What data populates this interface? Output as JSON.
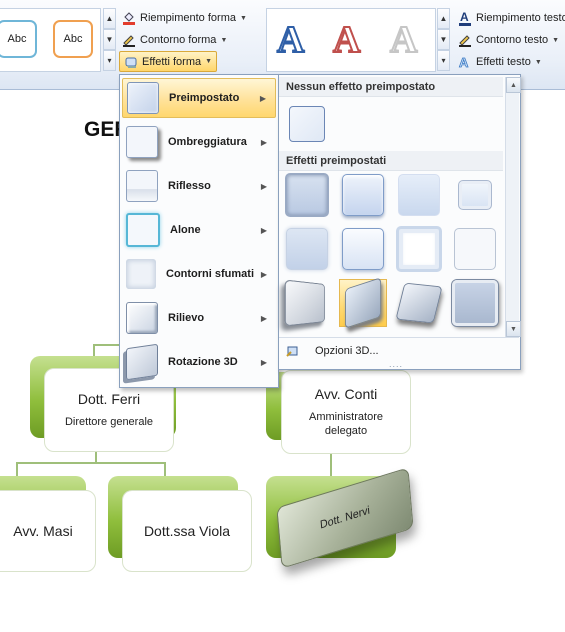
{
  "ribbon": {
    "shape_styles": [
      "Abc",
      "Abc"
    ],
    "shape_buttons": {
      "fill": "Riempimento forma",
      "outline": "Contorno forma",
      "effects": "Effetti forma"
    },
    "wordart_letters": [
      "A",
      "A",
      "A"
    ],
    "text_buttons": {
      "fill": "Riempimento testo",
      "outline": "Contorno testo",
      "effects": "Effetti testo"
    }
  },
  "document": {
    "title": "GER",
    "boxes": {
      "ferri": {
        "name": "Dott. Ferri",
        "role": "Direttore generale"
      },
      "conti": {
        "name": "Avv. Conti",
        "role": "Amministratore delegato"
      },
      "masi": {
        "name": "Avv. Masi"
      },
      "viola": {
        "name": "Dott.ssa Viola"
      },
      "nervi": {
        "name": "Dott. Nervi"
      }
    }
  },
  "menu": {
    "items": [
      {
        "label": "Preimpostato",
        "selected": true
      },
      {
        "label": "Ombreggiatura"
      },
      {
        "label": "Riflesso"
      },
      {
        "label": "Alone"
      },
      {
        "label": "Contorni sfumati"
      },
      {
        "label": "Rilievo"
      },
      {
        "label": "Rotazione 3D"
      }
    ]
  },
  "presets": {
    "no_effect_header": "Nessun effetto preimpostato",
    "presets_header": "Effetti preimpostati",
    "options_label": "Opzioni 3D...",
    "selected_index": 9
  },
  "colors": {
    "accent_green": "#8fbe3c",
    "menu_highlight": "#ffd76e",
    "wordart_blue": "#2f5fa7",
    "wordart_red": "#c0504d"
  }
}
